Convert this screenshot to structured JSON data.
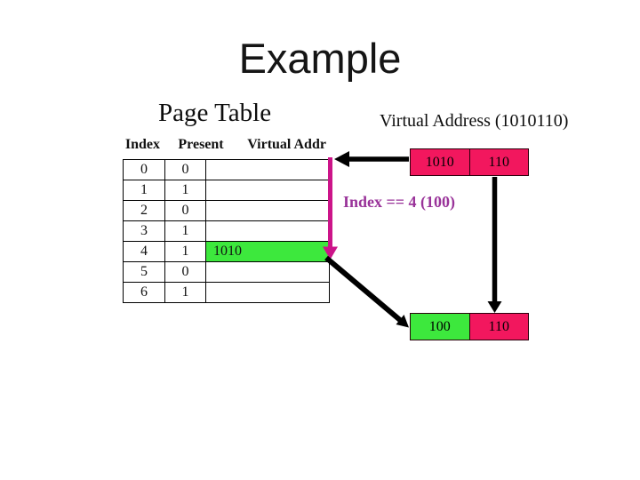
{
  "slide": {
    "title": "Example"
  },
  "page_table": {
    "label": "Page Table",
    "headers": [
      "Index",
      "Present",
      "Virtual Addr"
    ],
    "rows": [
      {
        "index": "0",
        "present": "0",
        "vaddr": ""
      },
      {
        "index": "1",
        "present": "1",
        "vaddr": ""
      },
      {
        "index": "2",
        "present": "0",
        "vaddr": ""
      },
      {
        "index": "3",
        "present": "1",
        "vaddr": ""
      },
      {
        "index": "4",
        "present": "1",
        "vaddr": "1010"
      },
      {
        "index": "5",
        "present": "0",
        "vaddr": ""
      },
      {
        "index": "6",
        "present": "1",
        "vaddr": ""
      }
    ]
  },
  "virtual_address": {
    "label": "Virtual Address (1010110)",
    "page_field": "1010",
    "offset_field": "110"
  },
  "index_annotation": {
    "text": "Index == 4 (100)"
  },
  "physical_address": {
    "page_field": "100",
    "offset_field": "110"
  },
  "colors": {
    "table_fill_blue": "#4F81BD",
    "highlight_green": "#3DE83D",
    "address_pink": "#F2175E",
    "arrow_magenta": "#CC1489",
    "annotation_purple": "#993399",
    "arrow_black": "#000000"
  }
}
